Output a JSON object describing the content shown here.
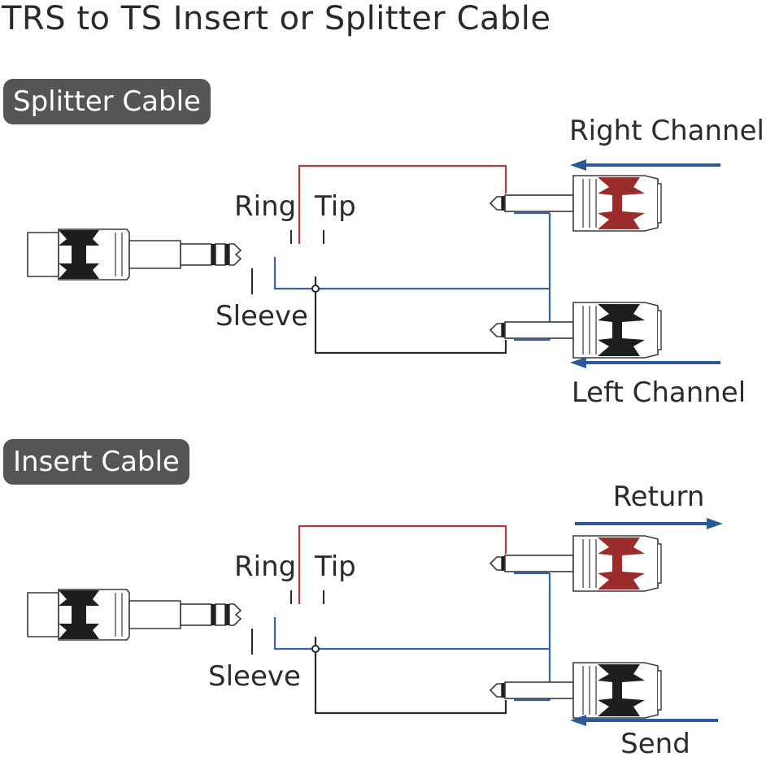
{
  "title": "TRS to TS Insert or Splitter Cable",
  "colors": {
    "tip_wire": "#b23a3a",
    "ring_wire": "#3a63a7",
    "sleeve_wire": "#2a2a2a",
    "arrow": "#2a5a97",
    "badge_bg": "#555557",
    "red_plug": "#9b2c2c",
    "black_plug": "#1e1e1e"
  },
  "sections": [
    {
      "badge": "Splitter Cable",
      "labels": {
        "ring": "Ring",
        "tip": "Tip",
        "sleeve": "Sleeve"
      },
      "outputs": [
        {
          "label": "Right Channel",
          "arrow_direction": "left",
          "plug_color": "red",
          "wire": "tip"
        },
        {
          "label": "Left Channel",
          "arrow_direction": "left",
          "plug_color": "black",
          "wire": "ring"
        }
      ]
    },
    {
      "badge": "Insert Cable",
      "labels": {
        "ring": "Ring",
        "tip": "Tip",
        "sleeve": "Sleeve"
      },
      "outputs": [
        {
          "label": "Return",
          "arrow_direction": "right",
          "plug_color": "red",
          "wire": "tip"
        },
        {
          "label": "Send",
          "arrow_direction": "left",
          "plug_color": "black",
          "wire": "ring"
        }
      ]
    }
  ]
}
